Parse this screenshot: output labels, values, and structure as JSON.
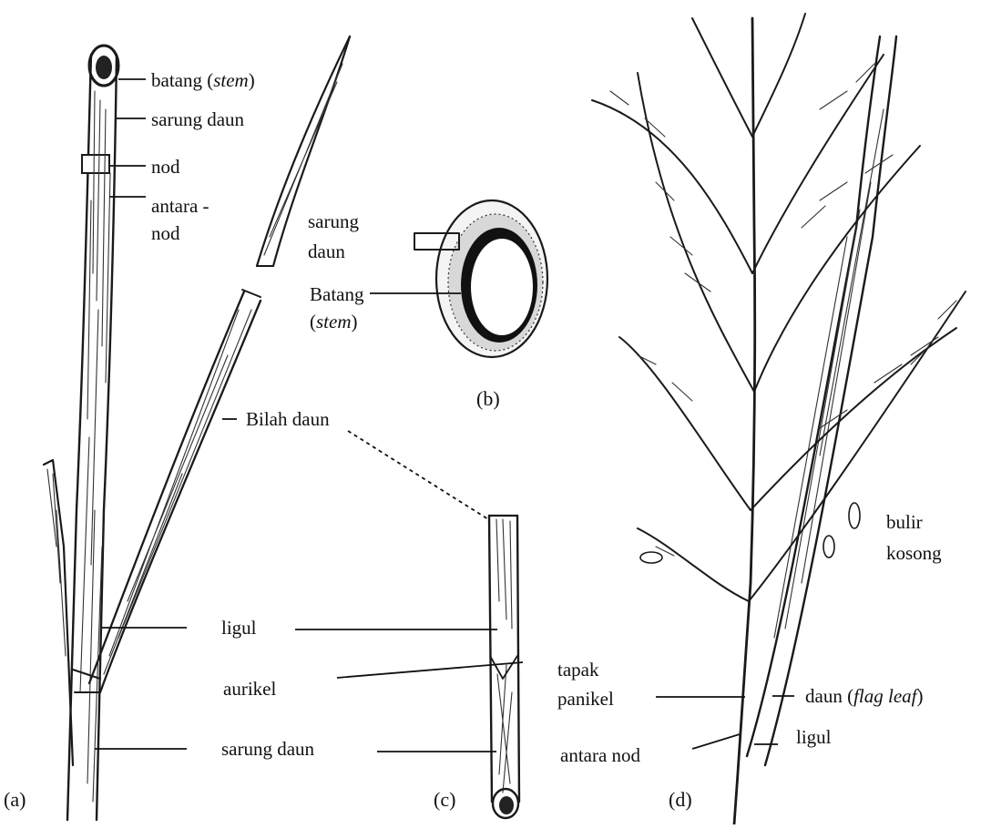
{
  "labels_a": {
    "batang": "batang (",
    "batang_em": "stem",
    "batang_close": ")",
    "sarung_daun_top": "sarung daun",
    "nod": "nod",
    "antara_1": "antara -",
    "antara_2": "nod",
    "bilah_daun": "Bilah daun",
    "ligul": "ligul",
    "aurikel": "aurikel",
    "sarung_daun_bottom": "sarung daun"
  },
  "labels_b": {
    "sarung_1": "sarung",
    "sarung_2": "daun",
    "batang_1": "Batang",
    "batang_2_em": "stem",
    "paren_open": "(",
    "paren_close": ")"
  },
  "labels_d": {
    "bulir_1": "bulir",
    "bulir_2": "kosong",
    "tapak_1": "tapak",
    "tapak_2": "panikel",
    "daun": "daun (",
    "daun_em": "flag leaf",
    "daun_close": ")",
    "ligul": "ligul",
    "antara_nod": "antara nod"
  },
  "panels": {
    "a": "(a)",
    "b": "(b)",
    "c": "(c)",
    "d": "(d)"
  }
}
